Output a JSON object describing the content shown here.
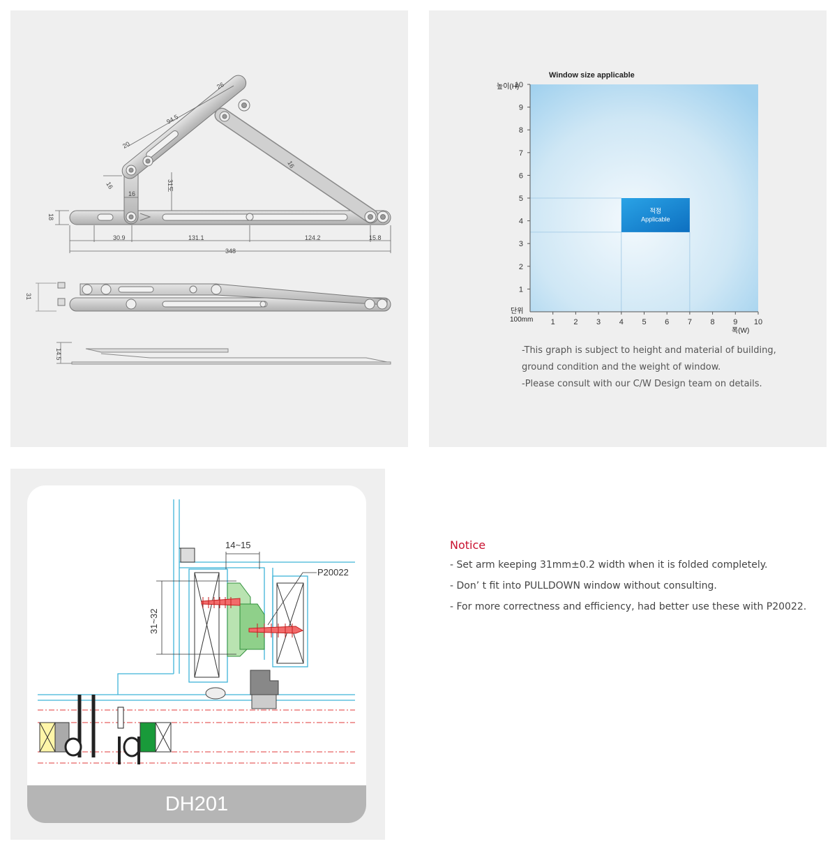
{
  "hinge": {
    "dims": {
      "d26": "26",
      "d94_5": "94.5",
      "d20": "20",
      "d16a": "16",
      "d16b": "16",
      "d31do": "31도",
      "d16c": "16",
      "d18": "18",
      "d30_9": "30.9",
      "d131_1": "131.1",
      "d124_2": "124.2",
      "d15_8": "15.8",
      "d348": "348",
      "d31": "31",
      "d14": "14.5"
    }
  },
  "graph": {
    "title": "Window size applicable",
    "y_label": "높이(H)",
    "x_label": "폭(W)",
    "unit_label_1": "단위",
    "unit_label_2": "100mm",
    "applicable_ko": "적정",
    "applicable_en": "Applicable",
    "y_ticks": [
      "10",
      "9",
      "8",
      "7",
      "6",
      "5",
      "4",
      "3",
      "2",
      "1"
    ],
    "x_ticks": [
      "1",
      "2",
      "3",
      "4",
      "5",
      "6",
      "7",
      "8",
      "9",
      "10"
    ],
    "notes": [
      "-This graph is subject to height and material of building,",
      "ground condition and the weight of window.",
      "-Please consult with our C/W Design team on details."
    ]
  },
  "chart_data": {
    "type": "area",
    "title": "Window size applicable",
    "xlabel": "폭(W)",
    "ylabel": "높이(H)",
    "xlim": [
      0,
      10
    ],
    "ylim": [
      0,
      10
    ],
    "unit": "100mm",
    "regions": [
      {
        "label": "적정 Applicable",
        "x": [
          4,
          7
        ],
        "y": [
          3.5,
          5
        ]
      }
    ],
    "colors": {
      "region": "#1a8fd8",
      "background": "#bfe0f3"
    }
  },
  "section": {
    "dim_14_15": "14~15",
    "dim_31_32": "31~32",
    "part": "P20022",
    "model": "DH201"
  },
  "notice": {
    "title": "Notice",
    "items": [
      "-  Set arm keeping 31mm±0.2 width when it is folded completely.",
      "- Don’ t fit into PULLDOWN window without consulting.",
      "-  For more correctness and efficiency, had better use these with P20022."
    ]
  }
}
